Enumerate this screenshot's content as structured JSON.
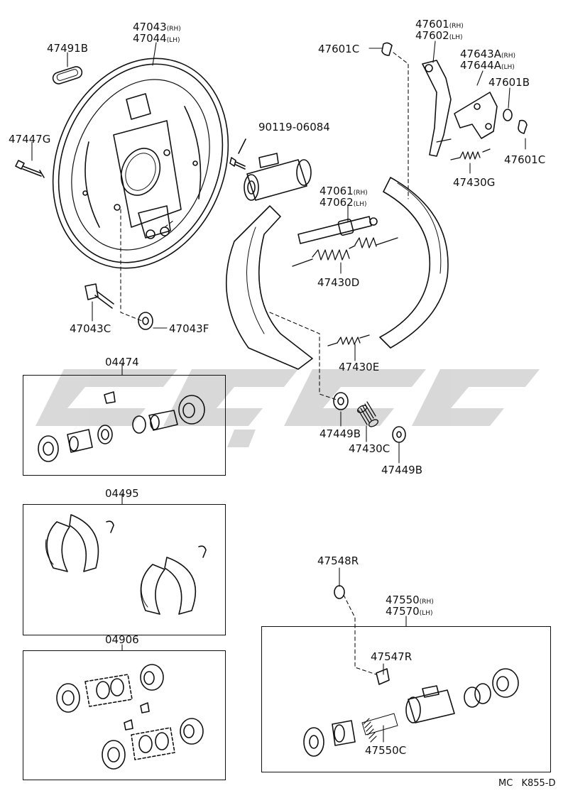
{
  "labels": {
    "l47043": "47043",
    "l47044": "47044",
    "rh": "(RH)",
    "lh": "(LH)",
    "l47491B": "47491B",
    "l47447G": "47447G",
    "l90119": "90119-06084",
    "l47043C": "47043C",
    "l47043F": "47043F",
    "l47601C_top": "47601C",
    "l47601": "47601",
    "l47602": "47602",
    "l47643A": "47643A",
    "l47644A": "47644A",
    "l47601B": "47601B",
    "l47601C_right": "47601C",
    "l47430G": "47430G",
    "l47061": "47061",
    "l47062": "47062",
    "l47430D": "47430D",
    "l47430E": "47430E",
    "l47449B_a": "47449B",
    "l47430C": "47430C",
    "l47449B_b": "47449B",
    "l04474": "04474",
    "l04495": "04495",
    "l04906": "04906",
    "l47548R": "47548R",
    "l47550": "47550",
    "l47570": "47570",
    "l47547R": "47547R",
    "l47550C": "47550C"
  },
  "footer": {
    "code_prefix": "MC",
    "code": "K855-D"
  },
  "colors": {
    "line": "#111111",
    "watermark": "#d2d2d2"
  }
}
